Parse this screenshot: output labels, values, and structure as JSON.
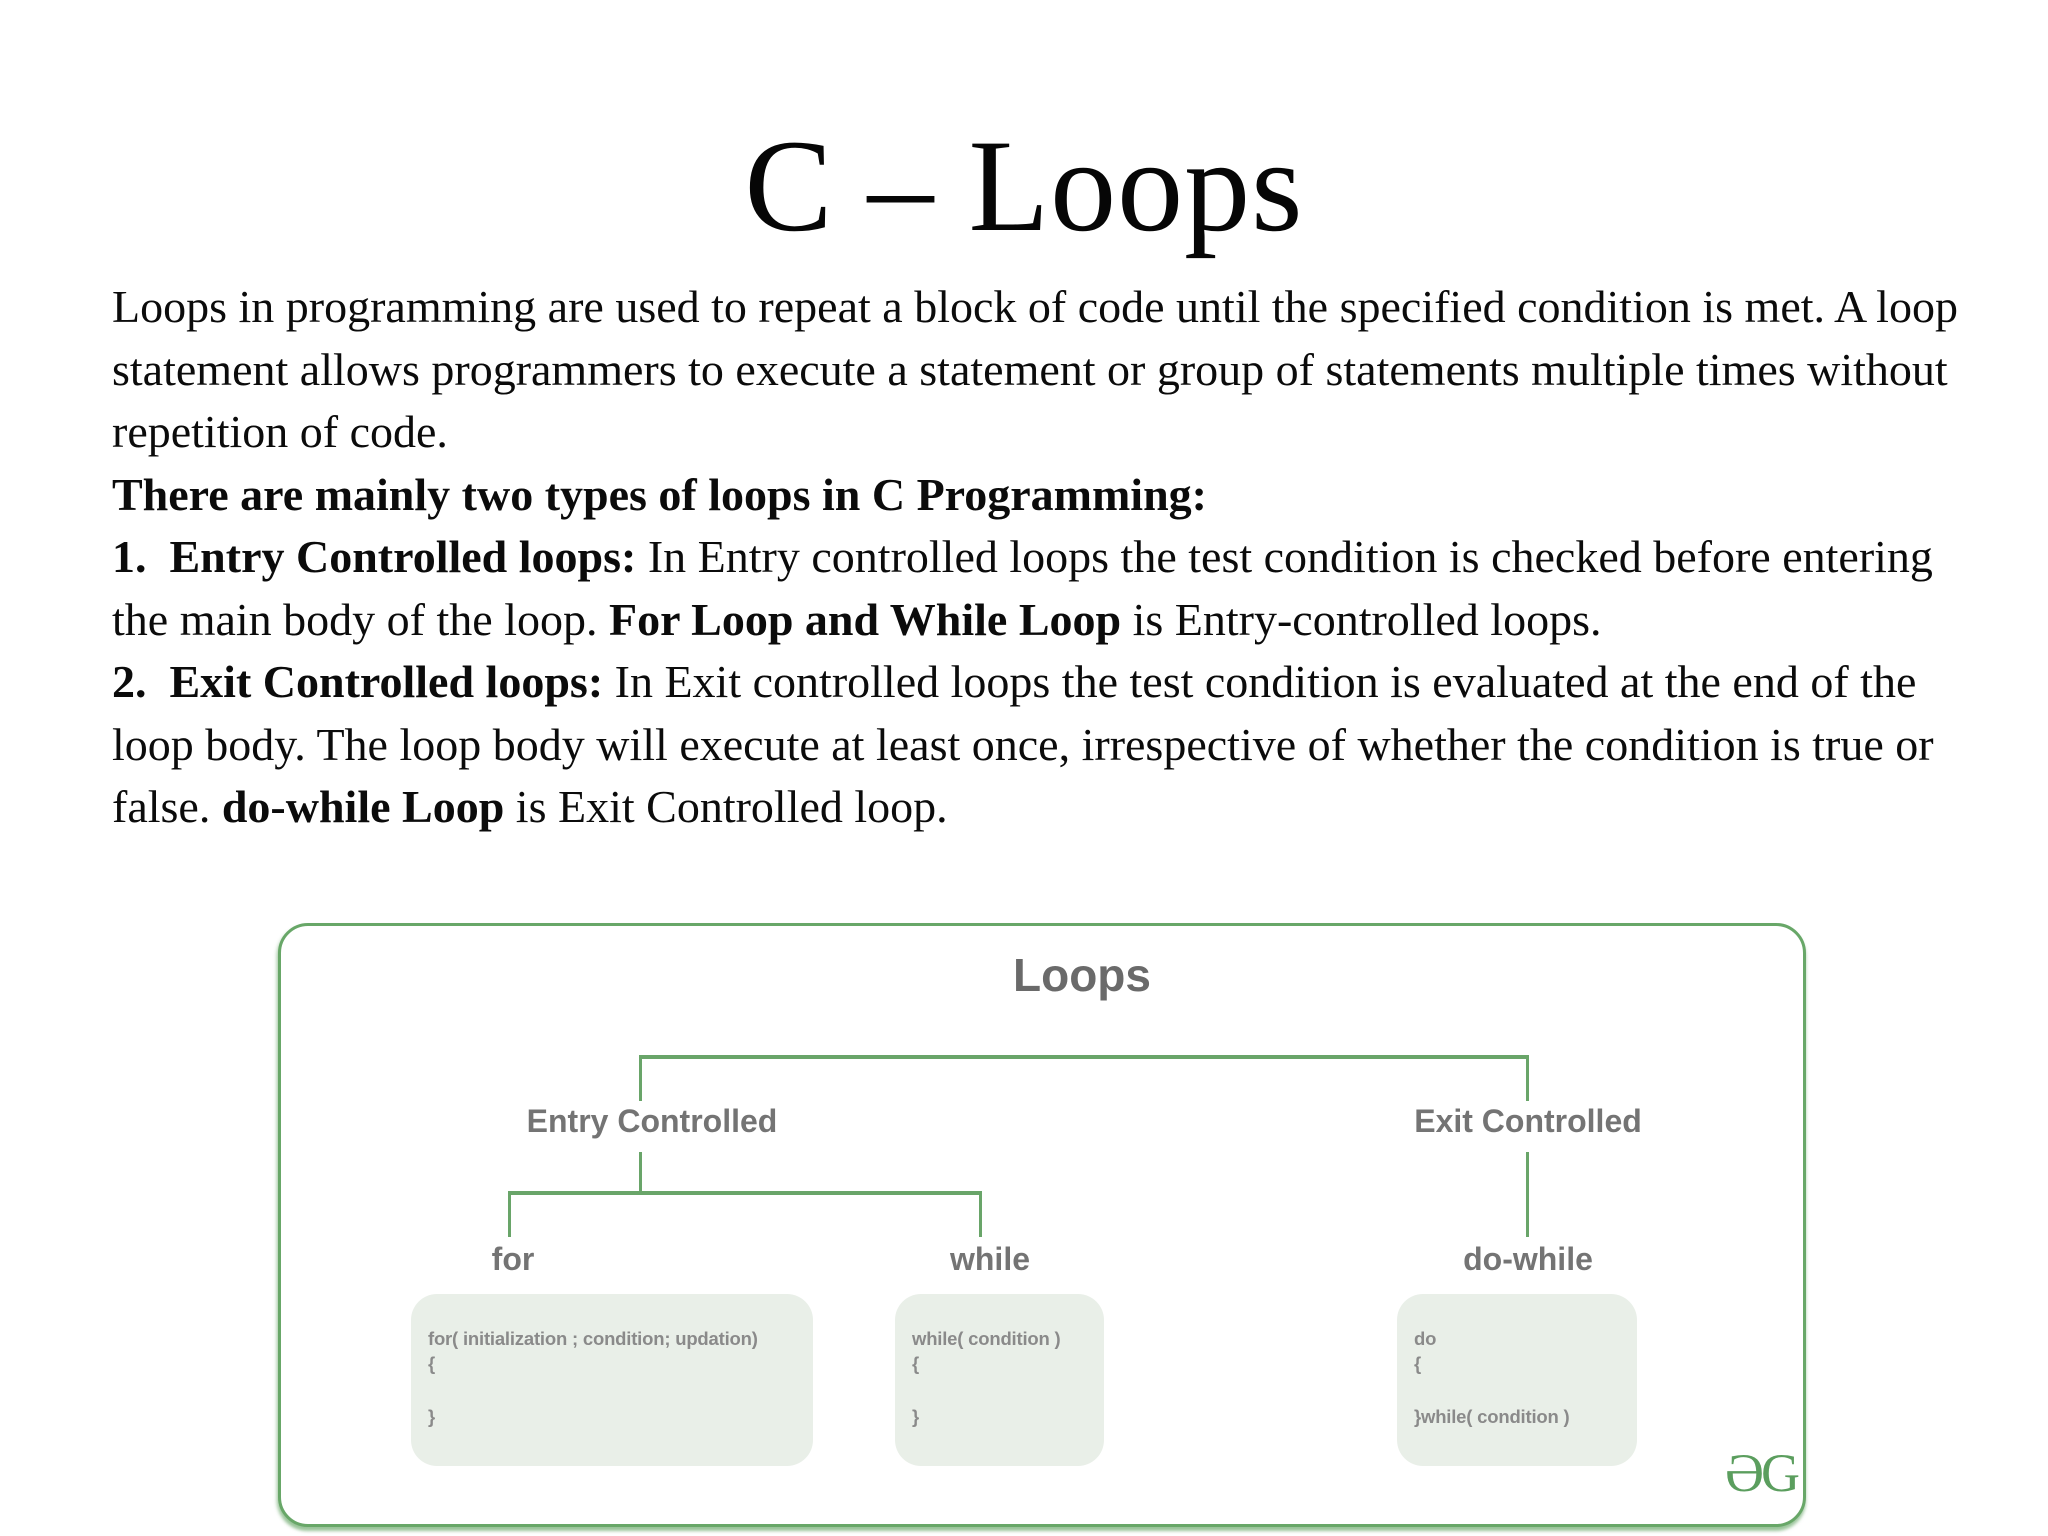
{
  "page": {
    "title": "C – Loops"
  },
  "article": {
    "intro": "Loops in programming are used to repeat a block of code until the specified condition is met. A loop statement allows programmers to execute a statement or group of statements multiple times without repetition of code.",
    "types_heading": "There are mainly two types of loops in C Programming:",
    "item1": {
      "label": "1.  Entry Controlled loops:",
      "text_a": " In Entry controlled loops the test condition is checked before entering the main body of the loop. ",
      "bold_b": "For Loop and While Loop",
      "text_c": " is Entry-controlled loops."
    },
    "item2": {
      "label": "2.  Exit Controlled loops:",
      "text_a": " In Exit controlled loops the test condition is evaluated at the end of the loop body. The loop body will execute at least once, irrespective of whether the condition is true or false. ",
      "bold_b": "do-while Loop",
      "text_c": " is Exit Controlled loop."
    }
  },
  "diagram": {
    "title": "Loops",
    "level1": [
      {
        "label": "Entry Controlled"
      },
      {
        "label": "Exit Controlled"
      }
    ],
    "level2": [
      {
        "label": "for"
      },
      {
        "label": "while"
      },
      {
        "label": "do-while"
      }
    ],
    "code_boxes": [
      {
        "line1": "for( initialization ; condition; updation)",
        "line2": "{",
        "line3": "}"
      },
      {
        "line1": "while( condition )",
        "line2": "{",
        "line3": "}"
      },
      {
        "line1": "do",
        "line2": "{",
        "line3": "}while( condition )"
      }
    ],
    "logo": "ƏG",
    "colors": {
      "line_green": "#69a569",
      "border_green": "#68a768",
      "box_fill": "#e9efe8",
      "label_gray": "#747474",
      "code_gray": "#8a8a8a",
      "diagram_title_gray": "#6a6a6a",
      "logo_green": "#5b9e5e"
    }
  }
}
